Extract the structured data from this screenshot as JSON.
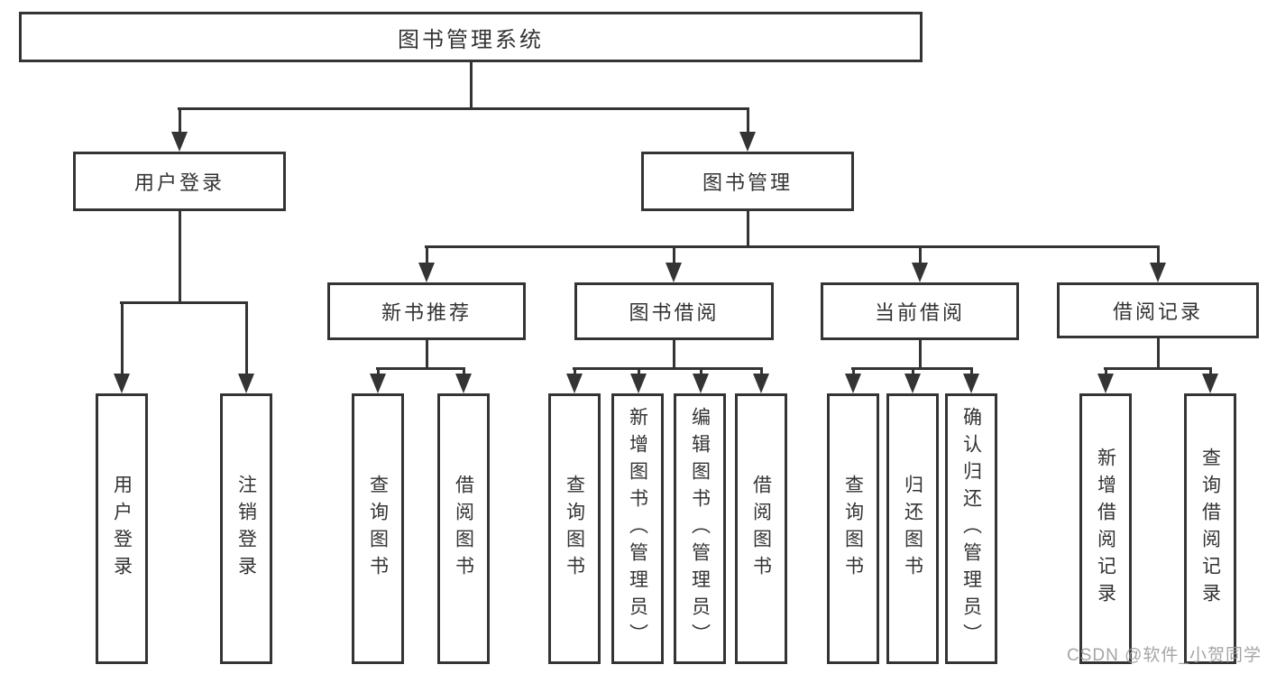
{
  "meta": {
    "colors": {
      "background": "#ffffff",
      "line": "#343434",
      "box_border": "#343434",
      "box_fill": "#ffffff",
      "text": "#333333",
      "watermark": "#9c9c9c"
    }
  },
  "watermark": {
    "text": "CSDN @软件_小贺同学"
  },
  "tree": {
    "root": {
      "label": "图书管理系统",
      "children": [
        {
          "label": "用户登录",
          "children": [
            {
              "label": "用户登录"
            },
            {
              "label": "注销登录"
            }
          ]
        },
        {
          "label": "图书管理",
          "children": [
            {
              "label": "新书推荐",
              "children": [
                {
                  "label": "查询图书"
                },
                {
                  "label": "借阅图书"
                }
              ]
            },
            {
              "label": "图书借阅",
              "children": [
                {
                  "label": "查询图书"
                },
                {
                  "label": "新增图书（管理员）"
                },
                {
                  "label": "编辑图书（管理员）"
                },
                {
                  "label": "借阅图书"
                }
              ]
            },
            {
              "label": "当前借阅",
              "children": [
                {
                  "label": "查询图书"
                },
                {
                  "label": "归还图书"
                },
                {
                  "label": "确认归还（管理员）"
                }
              ]
            },
            {
              "label": "借阅记录",
              "children": [
                {
                  "label": "新增借阅记录"
                },
                {
                  "label": "查询借阅记录"
                }
              ]
            }
          ]
        }
      ]
    }
  }
}
